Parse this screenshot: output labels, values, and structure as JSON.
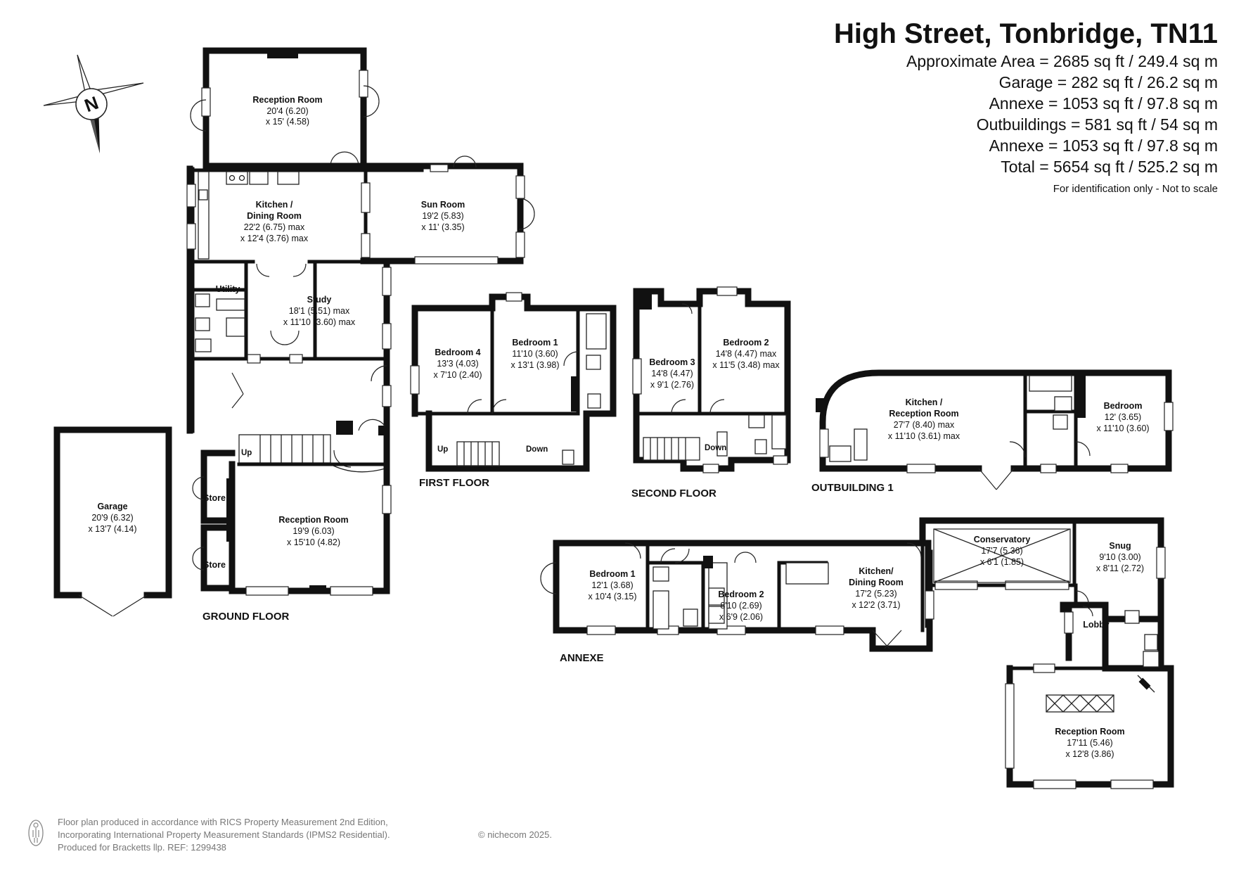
{
  "header": {
    "title": "High Street, Tonbridge, TN11",
    "areas": [
      "Approximate Area = 2685 sq ft / 249.4 sq m",
      "Garage = 282 sq ft / 26.2 sq m",
      "Annexe = 1053 sq ft / 97.8 sq m",
      "Outbuildings = 581 sq ft / 54 sq m",
      "Annexe = 1053 sq ft / 97.8 sq m",
      "Total = 5654 sq ft / 525.2 sq m"
    ],
    "note": "For identification only - Not to scale"
  },
  "compass": {
    "label": "N"
  },
  "floors": {
    "ground": "GROUND FLOOR",
    "first": "FIRST FLOOR",
    "second": "SECOND FLOOR",
    "outbuilding": "OUTBUILDING 1",
    "annexe": "ANNEXE"
  },
  "rooms": {
    "gf_reception_top": {
      "name": "Reception Room",
      "l1": "20'4 (6.20)",
      "l2": "x 15' (4.58)"
    },
    "gf_kitchen": {
      "name1": "Kitchen /",
      "name2": "Dining Room",
      "l1": "22'2 (6.75) max",
      "l2": "x 12'4 (3.76) max"
    },
    "gf_sun": {
      "name": "Sun Room",
      "l1": "19'2 (5.83)",
      "l2": "x 11' (3.35)"
    },
    "gf_utility": {
      "name": "Utility"
    },
    "gf_study": {
      "name": "Study",
      "l1": "18'1 (5.51) max",
      "l2": "x 11'10 (3.60) max"
    },
    "gf_reception_bottom": {
      "name": "Reception Room",
      "l1": "19'9 (6.03)",
      "l2": "x 15'10 (4.82)"
    },
    "gf_store1": {
      "name": "Store"
    },
    "gf_store2": {
      "name": "Store"
    },
    "gf_up": "Up",
    "garage": {
      "name": "Garage",
      "l1": "20'9 (6.32)",
      "l2": "x 13'7 (4.14)"
    },
    "ff_bed4": {
      "name": "Bedroom 4",
      "l1": "13'3 (4.03)",
      "l2": "x 7'10 (2.40)"
    },
    "ff_bed1": {
      "name": "Bedroom 1",
      "l1": "11'10 (3.60)",
      "l2": "x 13'1 (3.98)"
    },
    "ff_up": "Up",
    "ff_down": "Down",
    "sf_bed3": {
      "name": "Bedroom 3",
      "l1": "14'8 (4.47)",
      "l2": "x 9'1 (2.76)"
    },
    "sf_bed2": {
      "name": "Bedroom 2",
      "l1": "14'8 (4.47) max",
      "l2": "x 11'5 (3.48) max"
    },
    "sf_down": "Down",
    "ob_kitchen": {
      "name1": "Kitchen /",
      "name2": "Reception Room",
      "l1": "27'7 (8.40) max",
      "l2": "x 11'10 (3.61) max"
    },
    "ob_bedroom": {
      "name": "Bedroom",
      "l1": "12' (3.65)",
      "l2": "x 11'10 (3.60)"
    },
    "an_bed1": {
      "name": "Bedroom 1",
      "l1": "12'1 (3.68)",
      "l2": "x 10'4 (3.15)"
    },
    "an_bed2": {
      "name": "Bedroom 2",
      "l1": "8'10 (2.69)",
      "l2": "x 6'9 (2.06)"
    },
    "an_kitchen": {
      "name1": "Kitchen/",
      "name2": "Dining Room",
      "l1": "17'2 (5.23)",
      "l2": "x 12'2 (3.71)"
    },
    "an_conservatory": {
      "name": "Conservatory",
      "l1": "17'7 (5.36)",
      "l2": "x 6'1 (1.85)"
    },
    "an_snug": {
      "name": "Snug",
      "l1": "9'10 (3.00)",
      "l2": "x 8'11 (2.72)"
    },
    "an_lobby": {
      "name": "Lobby"
    },
    "an_reception": {
      "name": "Reception Room",
      "l1": "17'11 (5.46)",
      "l2": "x 12'8 (3.86)"
    }
  },
  "footer": {
    "line1": "Floor plan produced in accordance with RICS Property Measurement 2nd Edition,",
    "line2": "Incorporating International Property Measurement Standards (IPMS2 Residential).",
    "line3": "Produced for Bracketts llp.   REF:  1299438",
    "copyright": "© nichecom 2025."
  }
}
